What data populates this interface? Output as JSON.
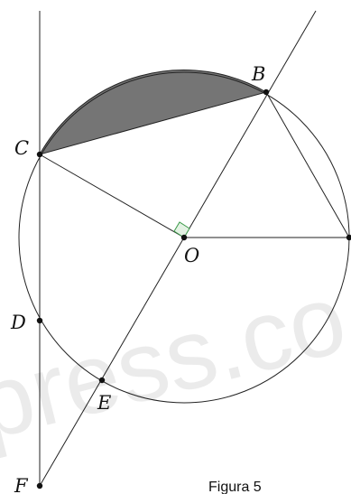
{
  "figure": {
    "caption": "Figura 5",
    "watermark": "press.co",
    "colors": {
      "stroke": "#222222",
      "shaded_segment": "#757575",
      "right_angle_marker": "#3c9a4a",
      "right_angle_fill": "#e3f2e3",
      "background": "#ffffff"
    }
  },
  "points": {
    "B": "B",
    "C": "C",
    "D": "D",
    "E": "E",
    "F": "F",
    "O": "O"
  }
}
